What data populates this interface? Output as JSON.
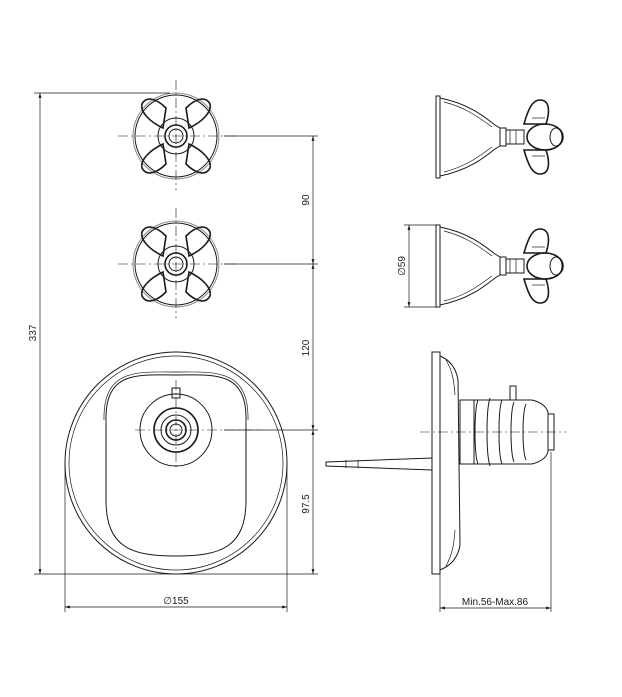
{
  "dimensions": {
    "height_total": "337",
    "spacing_handles": "90",
    "spacing_mixer": "120",
    "spacing_bottom": "97.5",
    "plate_diameter": "155",
    "handle_diameter": "59",
    "depth": "Min.56-Max.86"
  },
  "symbols": {
    "diameter": "∅"
  }
}
